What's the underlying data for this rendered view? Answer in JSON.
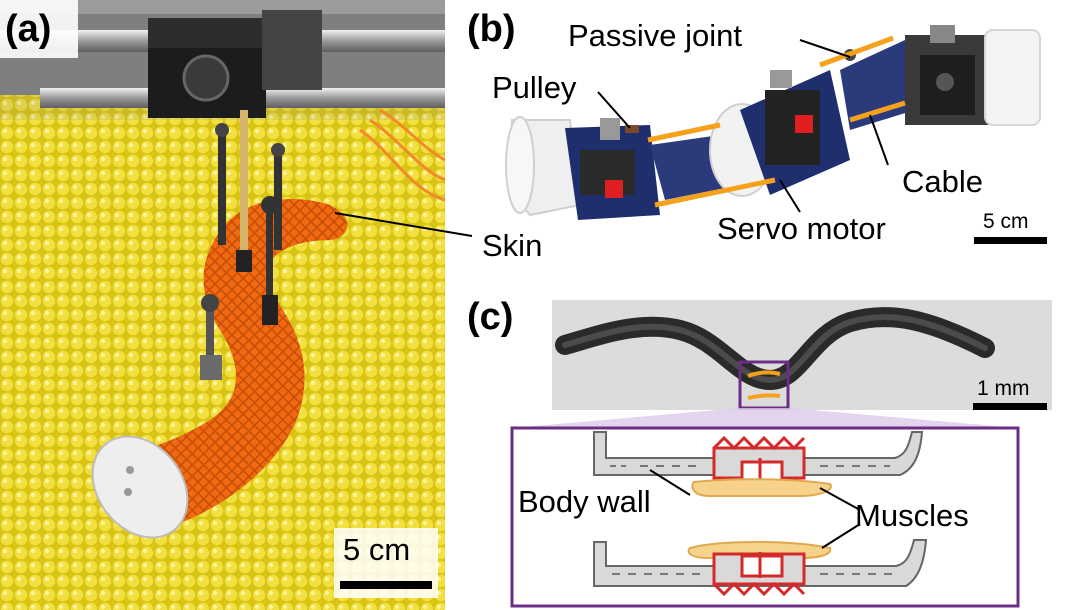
{
  "panels": {
    "a": {
      "label": "(a)",
      "callouts": {
        "skin": "Skin"
      },
      "scale": {
        "text": "5 cm"
      }
    },
    "b": {
      "label": "(b)",
      "callouts": {
        "passive_joint": "Passive joint",
        "pulley": "Pulley",
        "cable": "Cable",
        "servo_motor": "Servo motor"
      },
      "scale": {
        "text": "5 cm"
      }
    },
    "c": {
      "label": "(c)",
      "callouts": {
        "body_wall": "Body wall",
        "muscles": "Muscles"
      },
      "scale": {
        "text": "1 mm"
      }
    }
  },
  "colors": {
    "beads": "#e6d21c",
    "skin": "#f06a12",
    "cable": "#f5a11c",
    "housing": "#1f2f6e",
    "muscle": "#f7d28a",
    "body_wall": "#d9d9d9",
    "sarcomere": "#d42a2a",
    "zoom_frame": "#6b2d86"
  }
}
